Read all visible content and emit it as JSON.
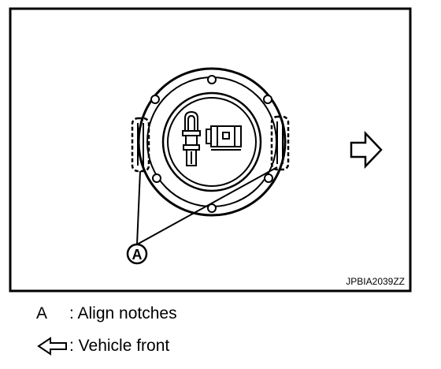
{
  "figure": {
    "code": "JPBIA2039ZZ",
    "callout_letter": "A",
    "arrow_icon": "hollow-arrow-right-icon"
  },
  "legend": [
    {
      "key": "A",
      "text": ": Align notches"
    },
    {
      "key_icon": "hollow-arrow-left-icon",
      "text": ": Vehicle front"
    }
  ]
}
